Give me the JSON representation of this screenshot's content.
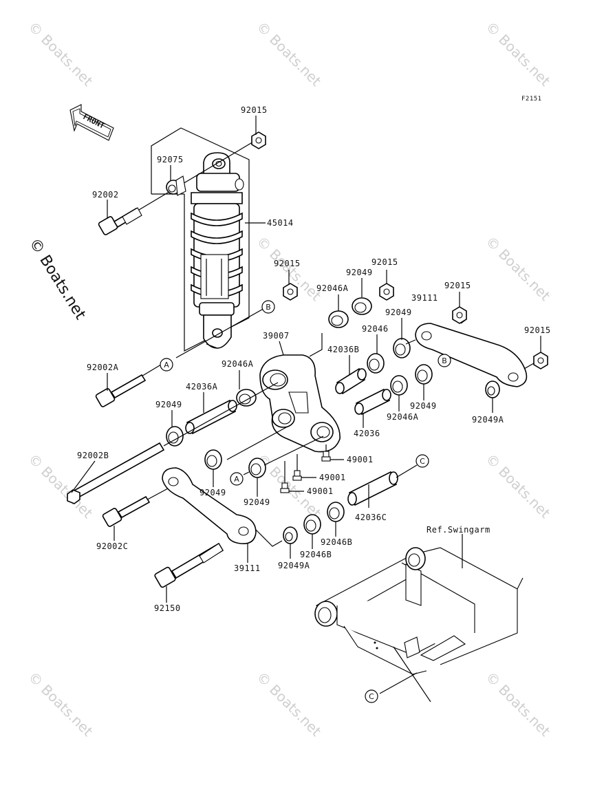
{
  "figure_code": "F2151",
  "front_arrow_label": "FRONT",
  "side_watermark": "© Boats.net",
  "watermark_text": "© Boats.net",
  "reference_label": "Ref.Swingarm",
  "callouts": {
    "a": "A",
    "b": "B",
    "c": "C"
  },
  "part_numbers": {
    "nut_top": "92015",
    "collar_top": "92075",
    "bolt_top": "92002",
    "shock_absorber": "45014",
    "nut_shock_lower": "92015",
    "bolt_a": "92002A",
    "seal_49_top": "92049",
    "nut_mid_top": "92015",
    "bearing_46a_top": "92046A",
    "rocker_arm": "39007",
    "sleeve_36b": "42036B",
    "bearing_46": "92046",
    "seal_49_r1": "92049",
    "tie_rod_right": "39111",
    "nut_right_top": "92015",
    "nut_right": "92015",
    "bearing_46a_mid": "92046A",
    "sleeve_36a": "42036A",
    "seal_49_left": "92049",
    "seal_49_r2": "92049",
    "bearing_46a_r": "92046A",
    "sleeve_36": "42036",
    "seal_49a_right": "92049A",
    "bolt_b": "92002B",
    "grease_1": "49001",
    "grease_2": "49001",
    "grease_3": "49001",
    "seal_49_l2": "92049",
    "seal_49_l3": "92049",
    "sleeve_36c": "42036C",
    "bolt_c": "92002C",
    "bearing_46b_1": "92046B",
    "bearing_46b_2": "92046B",
    "tie_rod_left": "39111",
    "seal_49a_bottom": "92049A",
    "bolt_150": "92150"
  }
}
